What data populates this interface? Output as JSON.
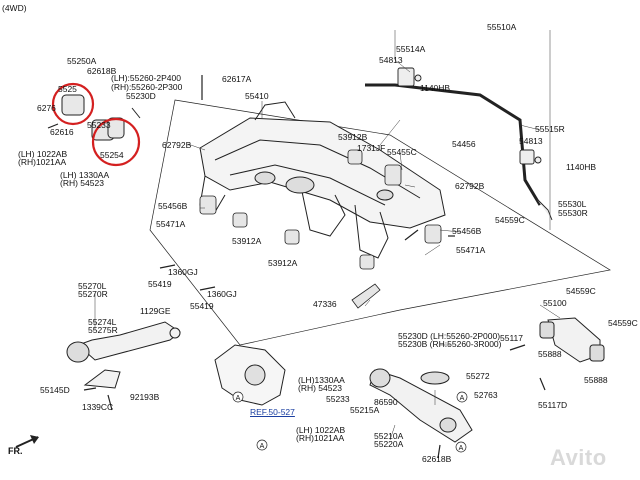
{
  "header": {
    "drive": "(4WD)"
  },
  "footer": {
    "front_mark": "FR.",
    "ref": "REF.50-527"
  },
  "watermark": "Avito",
  "colors": {
    "highlight": "#d42020",
    "line": "#222222",
    "ref": "#1a3ea0"
  },
  "labels": {
    "l55250A": "55250A",
    "l62618B_a": "62618B",
    "l5525x": "5525",
    "l62765": "6276",
    "l62616": "62616",
    "l55233_a": "55233",
    "l55254": "55254",
    "l55260_lh": "(LH):55260-2P400",
    "l55260_rh": "(RH):55260-2P300",
    "l55230D_a": "55230D",
    "l1022AB_a": "(LH) 1022AB",
    "l1021AA_a": "(RH)1021AA",
    "l1330AA_a": "(LH) 1330AA",
    "l54523_a": "(RH) 54523",
    "l62617A": "62617A",
    "l55410": "55410",
    "l62792B_a": "62792B",
    "l53912B": "53912B",
    "l1731JF": "1731JF",
    "l55455C": "55455C",
    "l54456": "54456",
    "l62792B_b": "62792B",
    "l55456B_a": "55456B",
    "l55471A_a": "55471A",
    "l53912A_a": "53912A",
    "l53912A_b": "53912A",
    "l55456B_b": "55456B",
    "l55471A_b": "55471A",
    "l1360GJ_a": "1360GJ",
    "l55419_a": "55419",
    "l1360GJ_b": "1360GJ",
    "l55419_b": "55419",
    "l47336": "47336",
    "l55510A": "55510A",
    "l55514A": "55514A",
    "l54813_a": "54813",
    "l1140HB_a": "1140HB",
    "l55515R": "55515R",
    "l54813_b": "54813",
    "l1140HB_b": "1140HB",
    "l54559C_a": "54559C",
    "l55530L": "55530L",
    "l55530R": "55530R",
    "l55270L": "55270L",
    "l55270R": "55270R",
    "l55274L": "55274L",
    "l55275R": "55275R",
    "l1129GE": "1129GE",
    "l55145D": "55145D",
    "l92193B": "92193B",
    "l1339CC": "1339CC",
    "l55230D_b": "55230D (LH:55260-2P000)",
    "l55230B": "55230B (RH:55260-3R000)",
    "l55272": "55272",
    "l86590": "86590",
    "l52763": "52763",
    "l55215A": "55215A",
    "l1330AA_b": "(LH)1330AA",
    "l54523_b": "(RH) 54523",
    "l55233_b": "55233",
    "l1022AB_b": "(LH) 1022AB",
    "l1021AA_b": "(RH)1021AA",
    "l55210A": "55210A",
    "l55220A": "55220A",
    "l62618B_b": "62618B",
    "l55100": "55100",
    "l54559C_b": "54559C",
    "l54559C_c": "54559C",
    "l55117": "55117",
    "l55888_a": "55888",
    "l55888_b": "55888",
    "l55117D": "55117D"
  }
}
